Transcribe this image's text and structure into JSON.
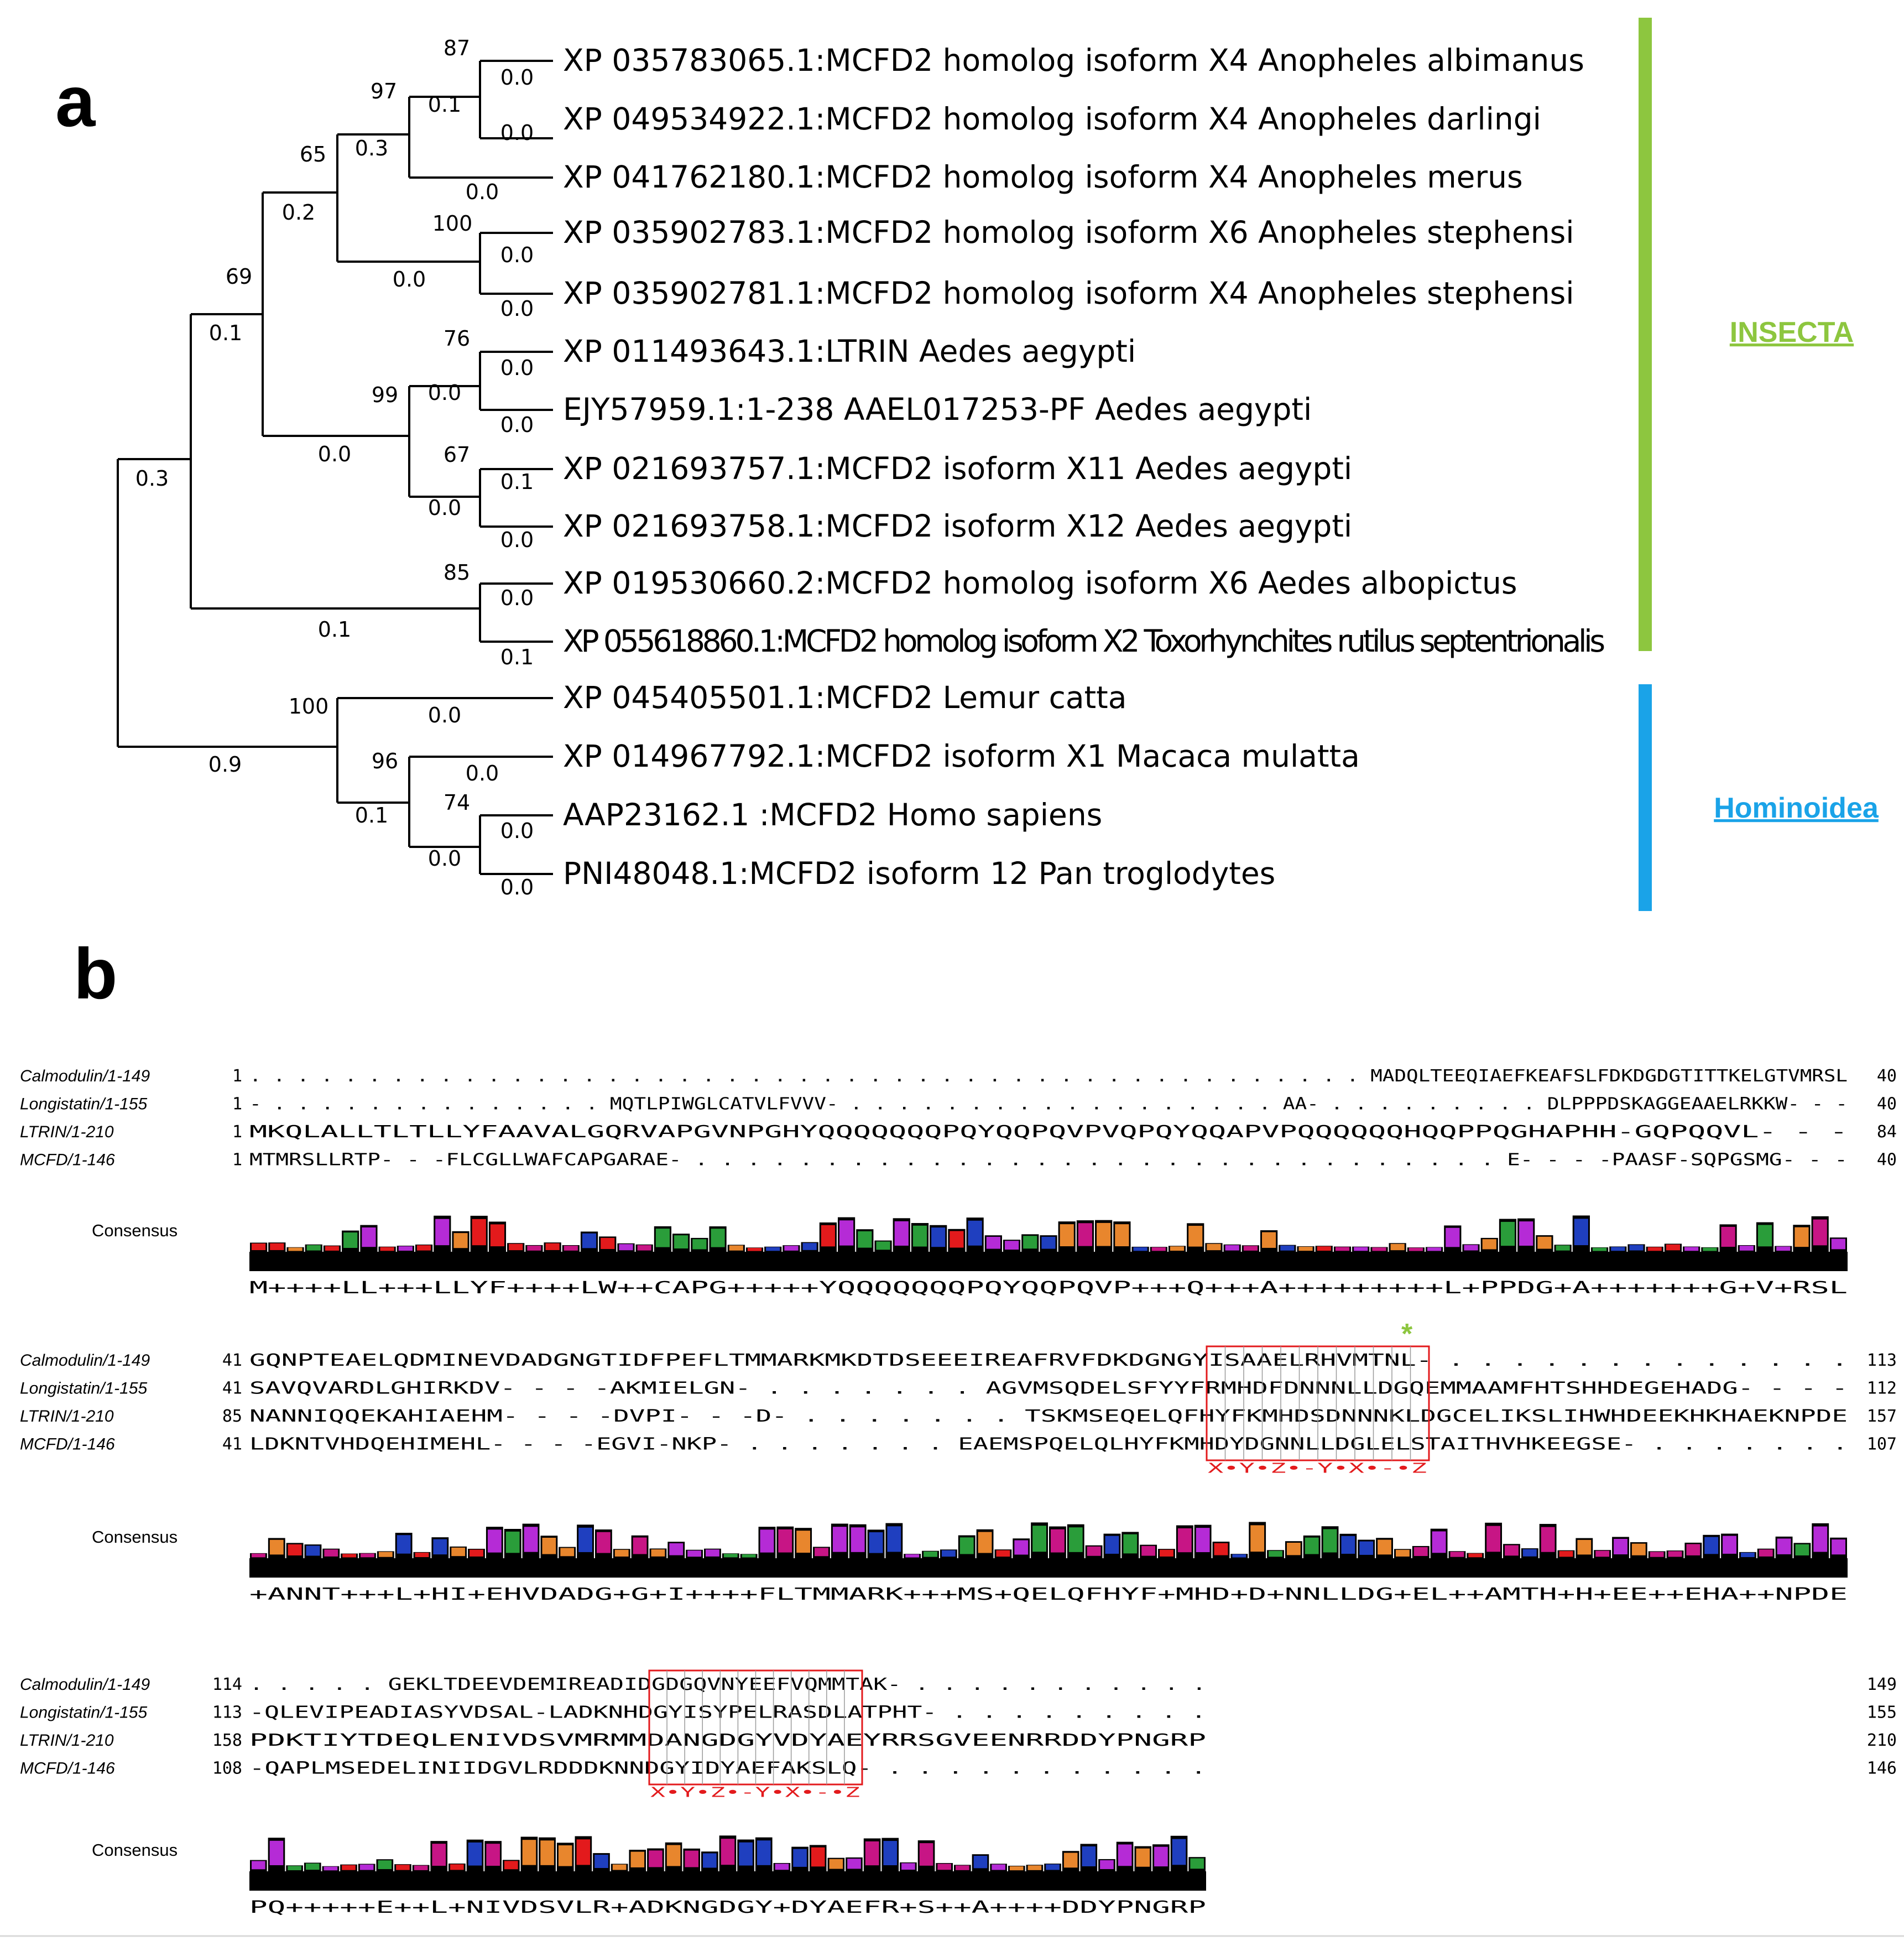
{
  "panel_a": {
    "label": "a",
    "leaves": [
      "XP 035783065.1:MCFD2 homolog isoform X4 Anopheles albimanus",
      "XP 049534922.1:MCFD2 homolog isoform X4 Anopheles darlingi",
      "XP 041762180.1:MCFD2 homolog isoform X4 Anopheles merus",
      "XP 035902783.1:MCFD2 homolog isoform X6 Anopheles stephensi",
      "XP 035902781.1:MCFD2 homolog isoform X4 Anopheles stephensi",
      "XP  011493643.1:LTRIN Aedes aegypti",
      "EJY57959.1:1-238 AAEL017253-PF Aedes aegypti",
      "XP 021693757.1:MCFD2 isoform X11 Aedes aegypti",
      "XP 021693758.1:MCFD2 isoform X12 Aedes aegypti",
      "XP 019530660.2:MCFD2  homolog isoform X6 Aedes albopictus",
      "XP 055618860.1:MCFD2 homolog isoform X2 Toxorhynchites rutilus septentrionalis",
      "XP 045405501.1:MCFD2  Lemur catta",
      "XP 014967792.1:MCFD2 isoform X1 Macaca mulatta",
      "AAP23162.1 :MCFD2 Homo sapiens",
      "PNI48048.1:MCFD2 isoform 12 Pan troglodytes"
    ],
    "bootstrap_values": [
      "87",
      "97",
      "65",
      "100",
      "69",
      "76",
      "99",
      "67",
      "85",
      "100",
      "96",
      "74"
    ],
    "branch_lengths": [
      "0.0",
      "0.0",
      "0.1",
      "0.3",
      "0.0",
      "0.2",
      "0.0",
      "0.0",
      "0.0",
      "0.1",
      "0.0",
      "0.0",
      "0.0",
      "0.0",
      "0.1",
      "0.0",
      "0.0",
      "0.3",
      "0.0",
      "0.1",
      "0.1",
      "0.0",
      "0.9",
      "0.0",
      "0.0",
      "0.1",
      "0.0",
      "0.0",
      "0.0"
    ],
    "clades": [
      {
        "name": "INSECTA",
        "color": "#8dc63f"
      },
      {
        "name": "Hominoidea",
        "color": "#1aa3e8"
      }
    ]
  },
  "panel_b": {
    "label": "b",
    "consensus_label": "Consensus",
    "blocks": [
      {
        "rows": [
          {
            "name": "Calmodulin/1-149",
            "start": "1",
            "seq": ". . . . . . . . . . . . . . . . . . . . . . . . . . . . . . . . . . . . . . . . . . . . . . . MADQLTEEQIAEFKEAFSLFDKDGDGTITTKELGTVMRSL",
            "end": "40"
          },
          {
            "name": "Longistatin/1-155",
            "start": "1",
            "seq": "- . . . . . . . . . . . . . . MQTLPIWGLCATVLFVVV- . . . . . . . . . . . . . . . . . . AA- . . . . . . . . . DLPPPDSKAGGEAAELRKKW- - -",
            "end": "40"
          },
          {
            "name": "LTRIN/1-210",
            "start": "1",
            "seq": "MKQLALLTLTLLYFAAVALGQRVAPGVNPGHYQQQQQQQPQYQQPQVPVQPQYQQAPVPQQQQQQHQQPPQGHAPHH-GQPQQVL- - -",
            "end": "84"
          },
          {
            "name": "MCFD/1-146",
            "start": "1",
            "seq": "MTMRSLLRTP- - -FLCGLLWAFCAPGARAE- . . . . . . . . . . . . . . . . . . . . . . . . . . . . . . . E- - - -PAASF-SQPGSMG- - -",
            "end": "40"
          }
        ],
        "consensus_seq": "M++++LL+++LLYF++++LW++CAPG+++++YQQQQQQQPQYQQPQVP+++Q+++A+++++++++L+PPDG+A+++++++G+V+RSL"
      },
      {
        "rows": [
          {
            "name": "Calmodulin/1-149",
            "start": "41",
            "seq": "GQNPTEAELQDMINEVDADGNGTIDFPEFLTMMARKMKDTDSEEEIREAFRVFDKDGNGYISAAELRHVMTNL- . . . . . . . . . . . . .",
            "end": "113"
          },
          {
            "name": "Longistatin/1-155",
            "start": "41",
            "seq": "SAVQVARDLGHIRKDV- - - -AKMIELGN- . . . . . . . AGVMSQDELSFYYFRMHDFDNNNLLDGQEMMAAMFHTSHHDEGEHADG- - - -",
            "end": "112"
          },
          {
            "name": "LTRIN/1-210",
            "start": "85",
            "seq": "NANNIQQEKAHIAEHM- - - -DVPI- - -D- . . . . . . . TSKMSEQELQFHYFKMHDSDNNNKLDGCELIKSLIHWHDEEKHKHAEKNPDE",
            "end": "157"
          },
          {
            "name": "MCFD/1-146",
            "start": "41",
            "seq": "LDKNTVHDQEHIMEHL- - - -EGVI-NKP- . . . . . . . EAEMSPQELQLHYFKMHDYDGNNLLDGLELSTAITHVHKEEGSE- . . . . . . .",
            "end": "107"
          }
        ],
        "motif": "X•Y•Z•-Y•X•-•Z",
        "motif_star": "*",
        "consensus_seq": "+ANNT+++L+HI+EHVDADG+G+I++++FLTMMARK+++MS+QELQFHYF+MHD+D+NNLLDG+EL++AMTH+H+EE++EHA++NPDE"
      },
      {
        "rows": [
          {
            "name": "Calmodulin/1-149",
            "start": "114",
            "seq": ". . . . . GEKLTDEEVDEMIREADIDGDGQVNYEEFVQMMTAK- . . . . . . . . . . .",
            "end": "149"
          },
          {
            "name": "Longistatin/1-155",
            "start": "113",
            "seq": "-QLEVIPEADIASYVDSAL-LADKNHDGYISYPELRASDLATPHT- . . . . . . . . .",
            "end": "155"
          },
          {
            "name": "LTRIN/1-210",
            "start": "158",
            "seq": "PDKTIYTDEQLENIVDSVMRMMDANGDGYVDYAEYRRSGVEENRRDDYPNGRP",
            "end": "210"
          },
          {
            "name": "MCFD/1-146",
            "start": "108",
            "seq": "-QAPLMSEDELINIIDGVLRDDDKNNDGYIDYAEFAKSLQ- . . . . . . . . . . .",
            "end": "146"
          }
        ],
        "motif": "X•Y•Z•-Y•X•-•Z",
        "consensus_seq": "PQ+++++E++L+NIVDSVLR+ADKNGDGY+DYAEFR+S++A++++DDYPNGRP"
      },
      {
        "rows": []
      }
    ],
    "colors": {
      "motif_box": "#e31a1c",
      "star": "#8dc63f",
      "logo_bg": "#000000"
    }
  }
}
